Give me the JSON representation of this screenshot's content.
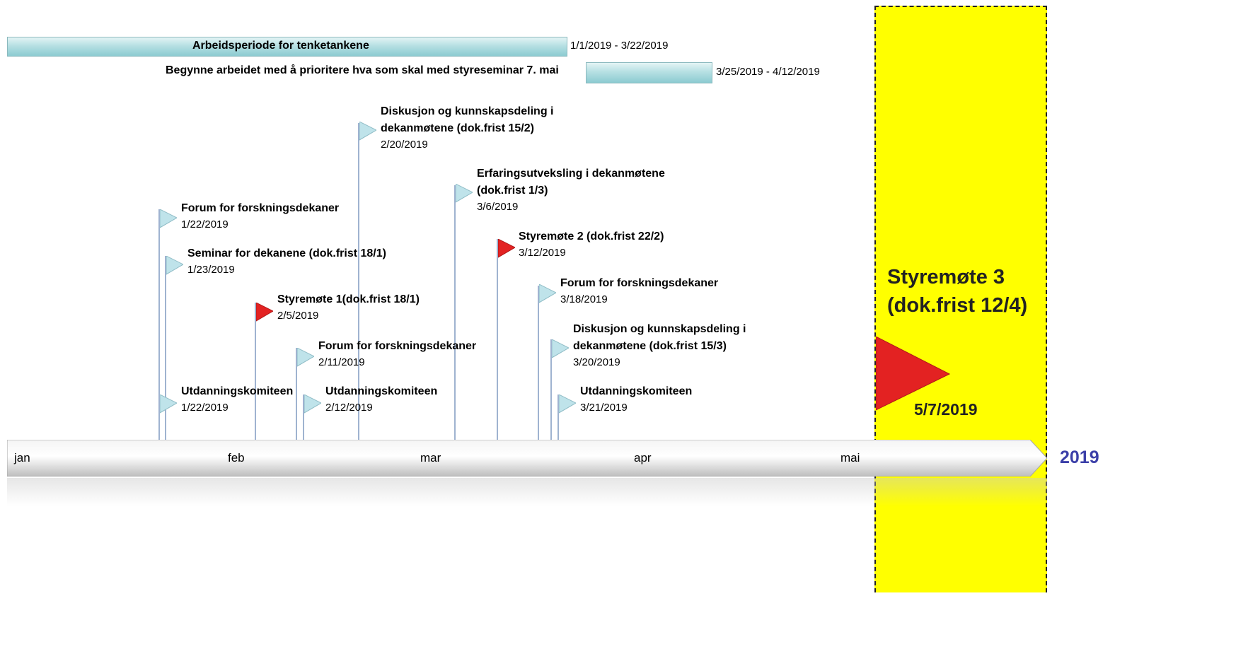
{
  "periods": [
    {
      "label": "Arbeidsperiode for tenketankene",
      "dates": "1/1/2019 - 3/22/2019"
    },
    {
      "label": "Begynne arbeidet med å prioritere hva som skal med styreseminar 7. mai",
      "dates": "3/25/2019 - 4/12/2019"
    }
  ],
  "milestones": [
    {
      "title_line1": "Diskusjon og kunnskapsdeling  i",
      "title_line2": "dekanmøtene (dok.frist 15/2)",
      "date": "2/20/2019",
      "color": "#bfe3ea"
    },
    {
      "title_line1": "Erfaringsutveksling i dekanmøtene",
      "title_line2": "(dok.frist 1/3)",
      "date": "3/6/2019",
      "color": "#bfe3ea"
    },
    {
      "title_line1": "Forum for forskningsdekaner",
      "date": "1/22/2019",
      "color": "#bfe3ea"
    },
    {
      "title_line1": "Styremøte 2 (dok.frist 22/2)",
      "date": "3/12/2019",
      "color": "#e32222"
    },
    {
      "title_line1": "Seminar for dekanene (dok.frist 18/1)",
      "date": "1/23/2019",
      "color": "#bfe3ea"
    },
    {
      "title_line1": "Forum for forskningsdekaner",
      "date": "3/18/2019",
      "color": "#bfe3ea"
    },
    {
      "title_line1": "Styremøte 1(dok.frist 18/1)",
      "date": "2/5/2019",
      "color": "#e32222"
    },
    {
      "title_line1": "Diskusjon og kunnskapsdeling i",
      "title_line2": "dekanmøtene (dok.frist 15/3)",
      "date": "3/20/2019",
      "color": "#bfe3ea"
    },
    {
      "title_line1": "Forum for forskningsdekaner",
      "date": "2/11/2019",
      "color": "#bfe3ea"
    },
    {
      "title_line1": "Utdanningskomiteen",
      "date": "1/22/2019",
      "color": "#bfe3ea"
    },
    {
      "title_line1": "Utdanningskomiteen",
      "date": "2/12/2019",
      "color": "#bfe3ea"
    },
    {
      "title_line1": "Utdanningskomiteen",
      "date": "3/21/2019",
      "color": "#bfe3ea"
    }
  ],
  "axis": {
    "months": [
      "jan",
      "feb",
      "mar",
      "apr",
      "mai"
    ],
    "year": "2019"
  },
  "highlight": {
    "title_line1": "Styremøte 3",
    "title_line2": "(dok.frist 12/4)",
    "date": "5/7/2019",
    "color": "#ffff00",
    "flag_color": "#e32222"
  }
}
